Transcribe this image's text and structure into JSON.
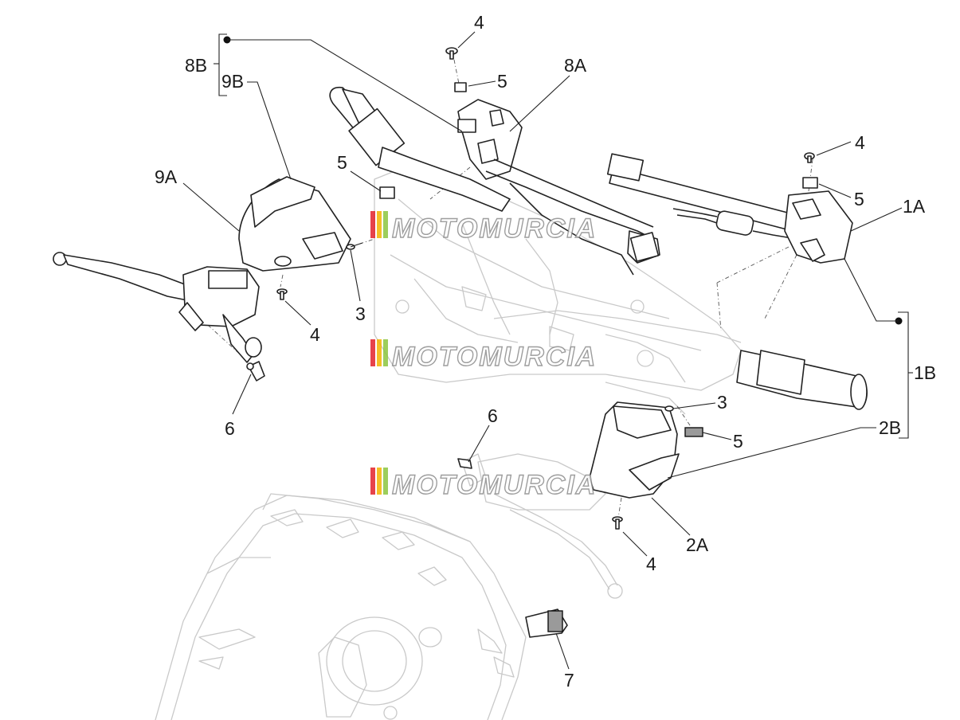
{
  "diagram": {
    "callouts": {
      "c8B": "8B",
      "c9B": "9B",
      "c9A": "9A",
      "c8A": "8A",
      "c4_top": "4",
      "c5_top": "5",
      "c5_left": "5",
      "c3_left": "3",
      "c4_left": "4",
      "c6_left": "6",
      "c4_right": "4",
      "c5_right": "5",
      "c1A": "1A",
      "c1B": "1B",
      "c3_right": "3",
      "c5_lowright": "5",
      "c2B": "2B",
      "c6_mid": "6",
      "c2A": "2A",
      "c4_low": "4",
      "c7": "7"
    },
    "watermark": {
      "text": "MOTOMURCIA",
      "colors": [
        "#e3232b",
        "#f4b400",
        "#8cc63f"
      ]
    }
  }
}
